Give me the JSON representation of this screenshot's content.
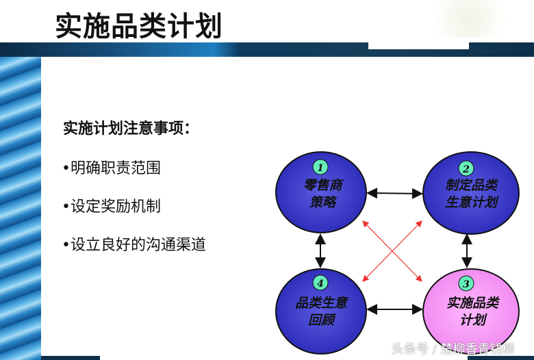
{
  "title": "实施品类计划",
  "heading": "实施计划注意事项：",
  "bullets": [
    "•明确职责范围",
    "•设定奖励机制",
    "•设立良好的沟通渠道"
  ],
  "nodes": [
    {
      "num": "1",
      "line1": "零售商",
      "line2": "策略",
      "color": "#3333cc"
    },
    {
      "num": "2",
      "line1": "制定品类",
      "line2": "生意计划",
      "color": "#3333cc"
    },
    {
      "num": "3",
      "line1": "实施品类",
      "line2": "计划",
      "color": "#ff99ff"
    },
    {
      "num": "4",
      "line1": "品类生意",
      "line2": "回顾",
      "color": "#4444cc"
    }
  ],
  "watermark": "头条号 / 楚柳香青钱柳"
}
